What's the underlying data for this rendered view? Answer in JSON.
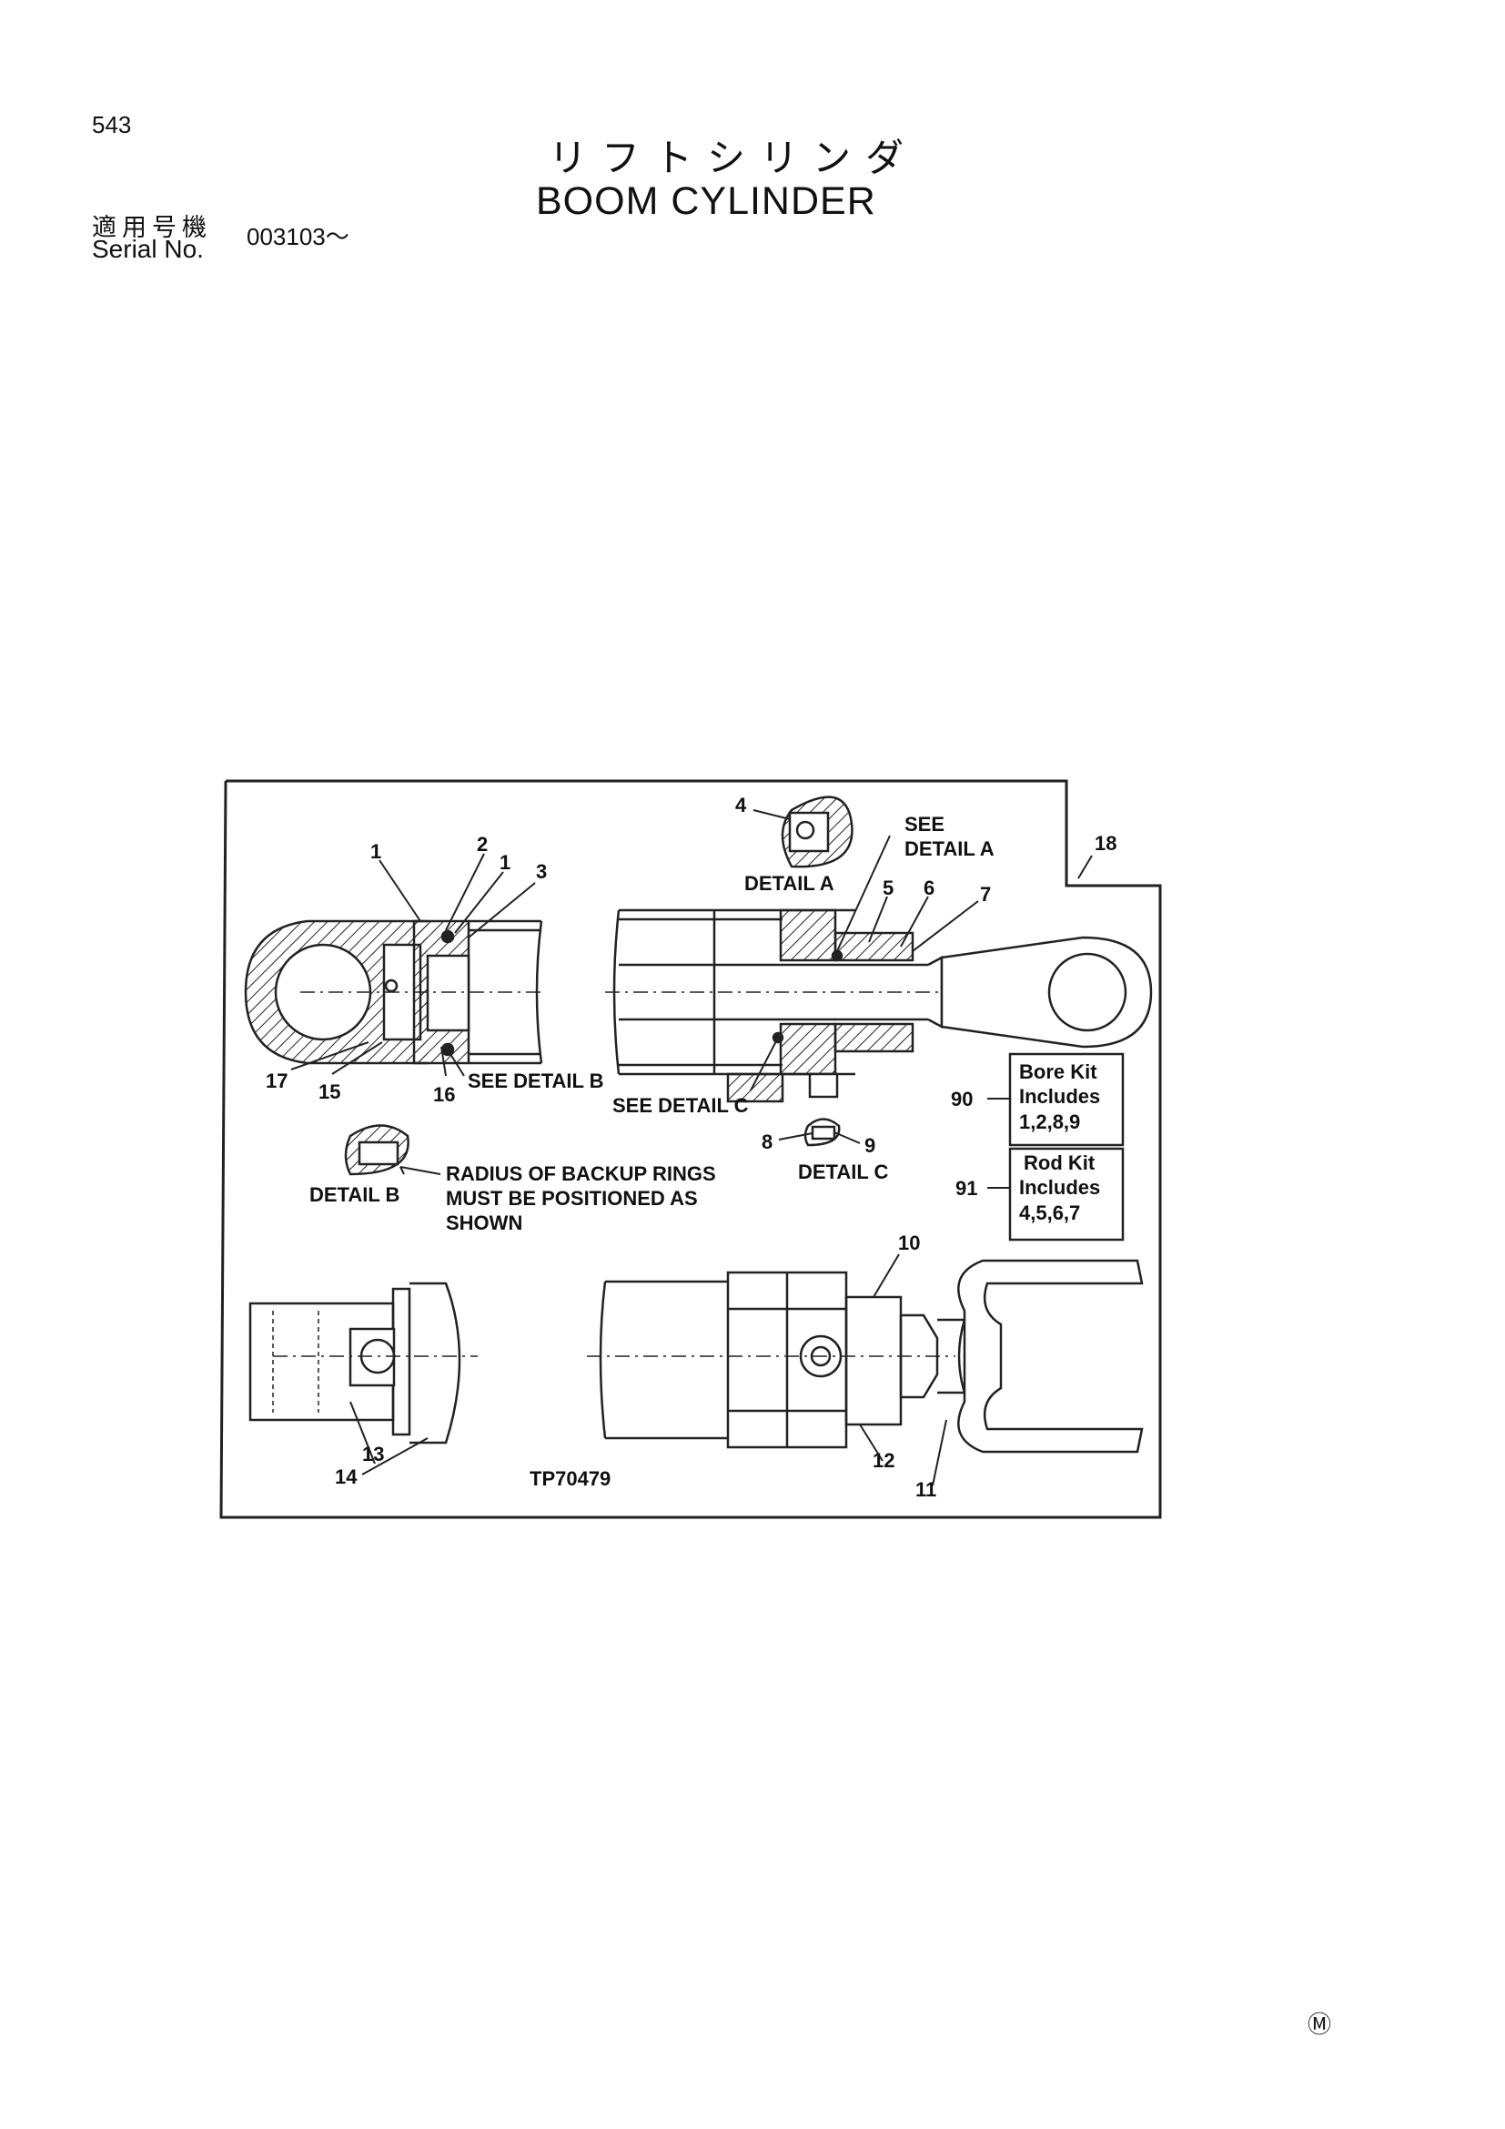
{
  "page": {
    "page_number": "543",
    "title_jp": "リフトシリンダ",
    "title_en": "BOOM  CYLINDER",
    "serial_label_jp": "適用号機",
    "serial_label_en": "Serial No.",
    "serial_value": "003103～",
    "mark": "Ⓜ"
  },
  "figure": {
    "drawing_id": "TP70479",
    "callouts": [
      "1",
      "2",
      "1",
      "3",
      "4",
      "5",
      "6",
      "7",
      "8",
      "9",
      "10",
      "11",
      "12",
      "13",
      "14",
      "15",
      "16",
      "17",
      "18"
    ],
    "labels": {
      "see_detail_a": [
        "SEE",
        "DETAIL A"
      ],
      "detail_a": "DETAIL A",
      "see_detail_b": "SEE DETAIL B",
      "see_detail_c": "SEE DETAIL C",
      "detail_b": "DETAIL B",
      "detail_c": "DETAIL C",
      "note": [
        "RADIUS OF BACKUP RINGS",
        "MUST BE POSITIONED AS",
        "SHOWN"
      ]
    },
    "kits": [
      {
        "number": "90",
        "lines": [
          "Bore Kit",
          "Includes",
          "1,2,8,9"
        ]
      },
      {
        "number": "91",
        "lines": [
          "Rod Kit",
          "Includes",
          "4,5,6,7"
        ]
      }
    ]
  }
}
